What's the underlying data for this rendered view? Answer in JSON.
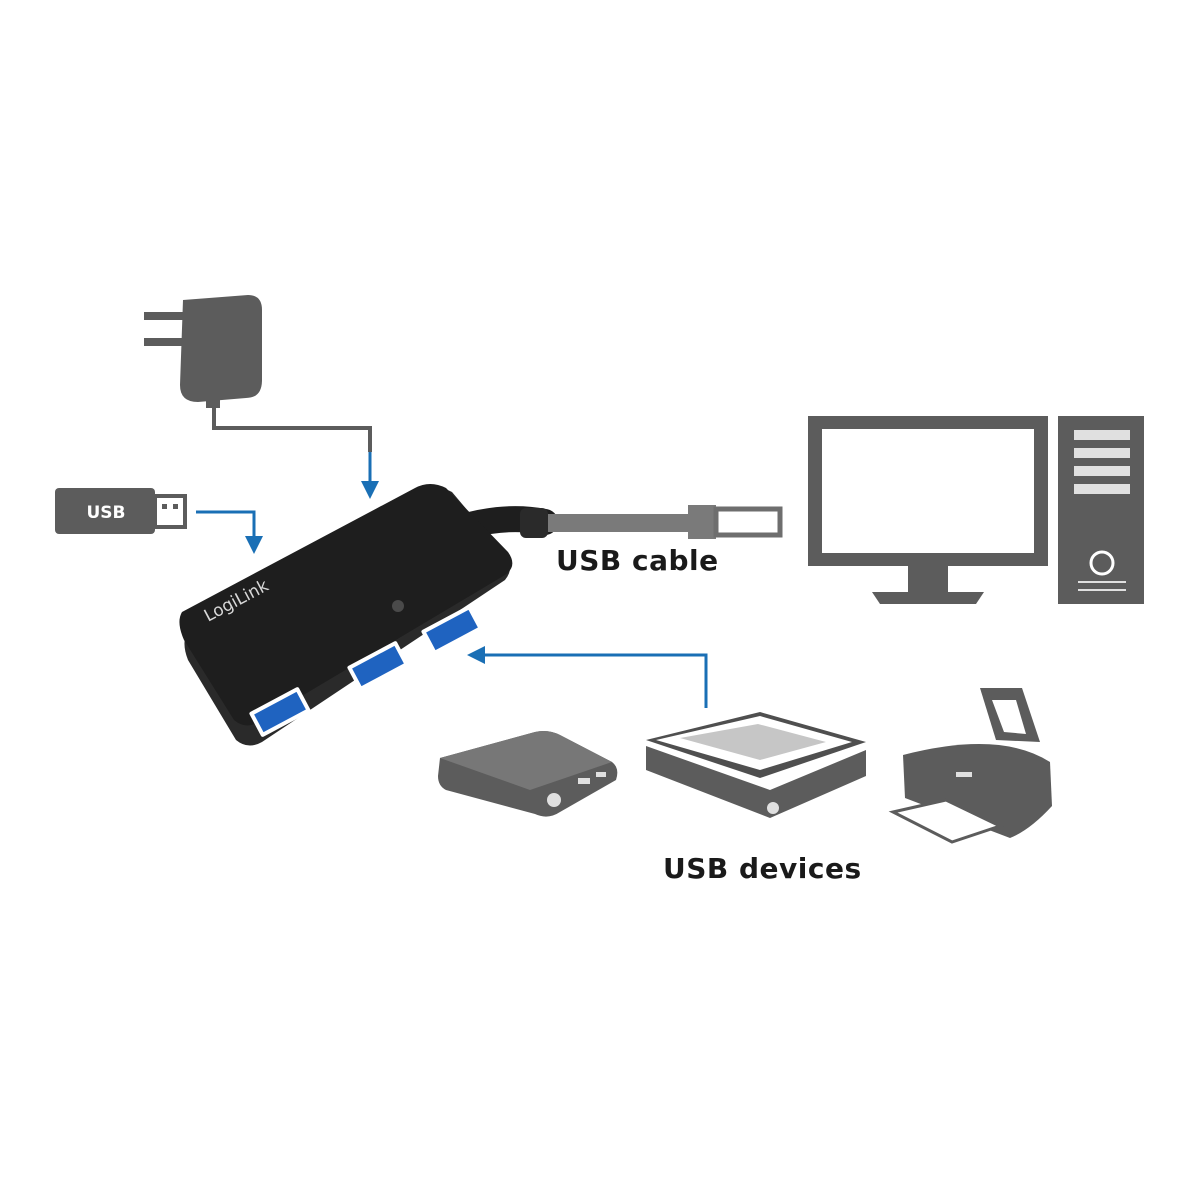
{
  "labels": {
    "usb_stick": "USB",
    "usb_cable": "USB cable",
    "usb_devices": "USB devices",
    "hub_brand": "LogiLink"
  },
  "colors": {
    "arrow": "#1a6fb5",
    "device_gray": "#5c5c5c",
    "hub_black": "#1e1e1e",
    "port_blue": "#1f63c0",
    "cable_gray": "#7a7a7a"
  }
}
